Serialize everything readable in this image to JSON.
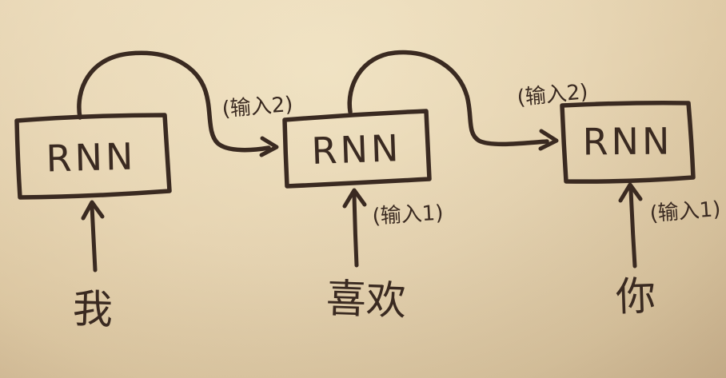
{
  "diagram": {
    "description": "Hand-drawn unrolled RNN sequence diagram on tan paper",
    "colors": {
      "paper": "#e7d5b3",
      "ink": "#3a2a21"
    },
    "boxes": [
      {
        "label": "RNN"
      },
      {
        "label": "RNN"
      },
      {
        "label": "RNN"
      }
    ],
    "recurrent_arrow_labels": [
      {
        "label": "(输入2)"
      },
      {
        "label": "(输入2)"
      }
    ],
    "input_arrow_labels": [
      {
        "label": "(输入1)"
      },
      {
        "label": "(输入1)"
      }
    ],
    "input_words": [
      {
        "text": "我"
      },
      {
        "text": "喜欢"
      },
      {
        "text": "你"
      }
    ]
  }
}
